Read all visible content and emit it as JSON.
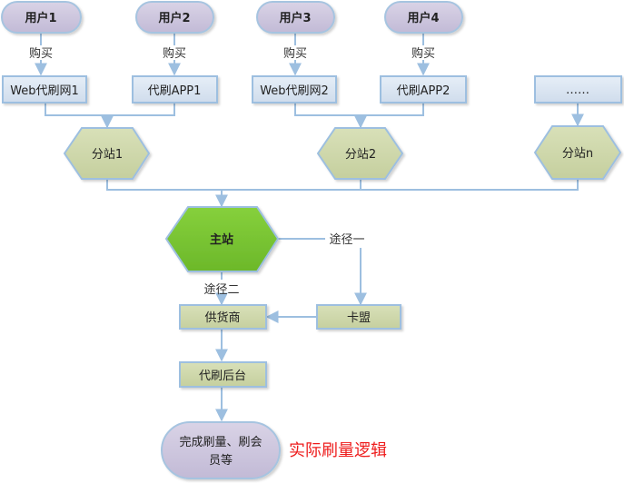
{
  "diagram": {
    "colors": {
      "user_fill": "#cdc6dc",
      "user_stroke": "#a6c4e0",
      "blue_box_fill": "#dbe6f2",
      "blue_box_stroke": "#9dbfe0",
      "substation_fill": "#ccd6ac",
      "main_fill": "#79c634",
      "olive_box_fill": "#d0d9ae",
      "edge": "#9dbfe0",
      "note": "#ee1c1c"
    },
    "users": [
      {
        "id": "user1",
        "label": "用户1"
      },
      {
        "id": "user2",
        "label": "用户2"
      },
      {
        "id": "user3",
        "label": "用户3"
      },
      {
        "id": "user4",
        "label": "用户4"
      }
    ],
    "buy_label": "购买",
    "channels": [
      {
        "id": "web1",
        "label": "Web代刷网1"
      },
      {
        "id": "app1",
        "label": "代刷APP1"
      },
      {
        "id": "web2",
        "label": "Web代刷网2"
      },
      {
        "id": "app2",
        "label": "代刷APP2"
      },
      {
        "id": "more",
        "label": "……"
      }
    ],
    "substations": [
      {
        "id": "sub1",
        "label": "分站1"
      },
      {
        "id": "sub2",
        "label": "分站2"
      },
      {
        "id": "subn",
        "label": "分站n"
      }
    ],
    "main_station": {
      "label": "主站"
    },
    "path1_label": "途径一",
    "path2_label": "途径二",
    "supplier": {
      "label": "供货商"
    },
    "card_alliance": {
      "label": "卡盟"
    },
    "backend": {
      "label": "代刷后台"
    },
    "result": {
      "line1": "完成刷量、刷会",
      "line2": "员等"
    },
    "note": "实际刷量逻辑",
    "edges": [
      {
        "from": "user1",
        "to": "web1",
        "label": "购买"
      },
      {
        "from": "user2",
        "to": "app1",
        "label": "购买"
      },
      {
        "from": "user3",
        "to": "web2",
        "label": "购买"
      },
      {
        "from": "user4",
        "to": "app2",
        "label": "购买"
      },
      {
        "from": [
          "web1",
          "app1"
        ],
        "to": "sub1"
      },
      {
        "from": [
          "web2",
          "app2"
        ],
        "to": "sub2"
      },
      {
        "from": "more",
        "to": "subn"
      },
      {
        "from": [
          "sub1",
          "sub2",
          "subn"
        ],
        "to": "main"
      },
      {
        "from": "main",
        "to": "card_alliance",
        "label": "途径一"
      },
      {
        "from": "main",
        "to": "supplier",
        "label": "途径二"
      },
      {
        "from": "card_alliance",
        "to": "supplier"
      },
      {
        "from": "supplier",
        "to": "backend"
      },
      {
        "from": "backend",
        "to": "result"
      }
    ]
  }
}
